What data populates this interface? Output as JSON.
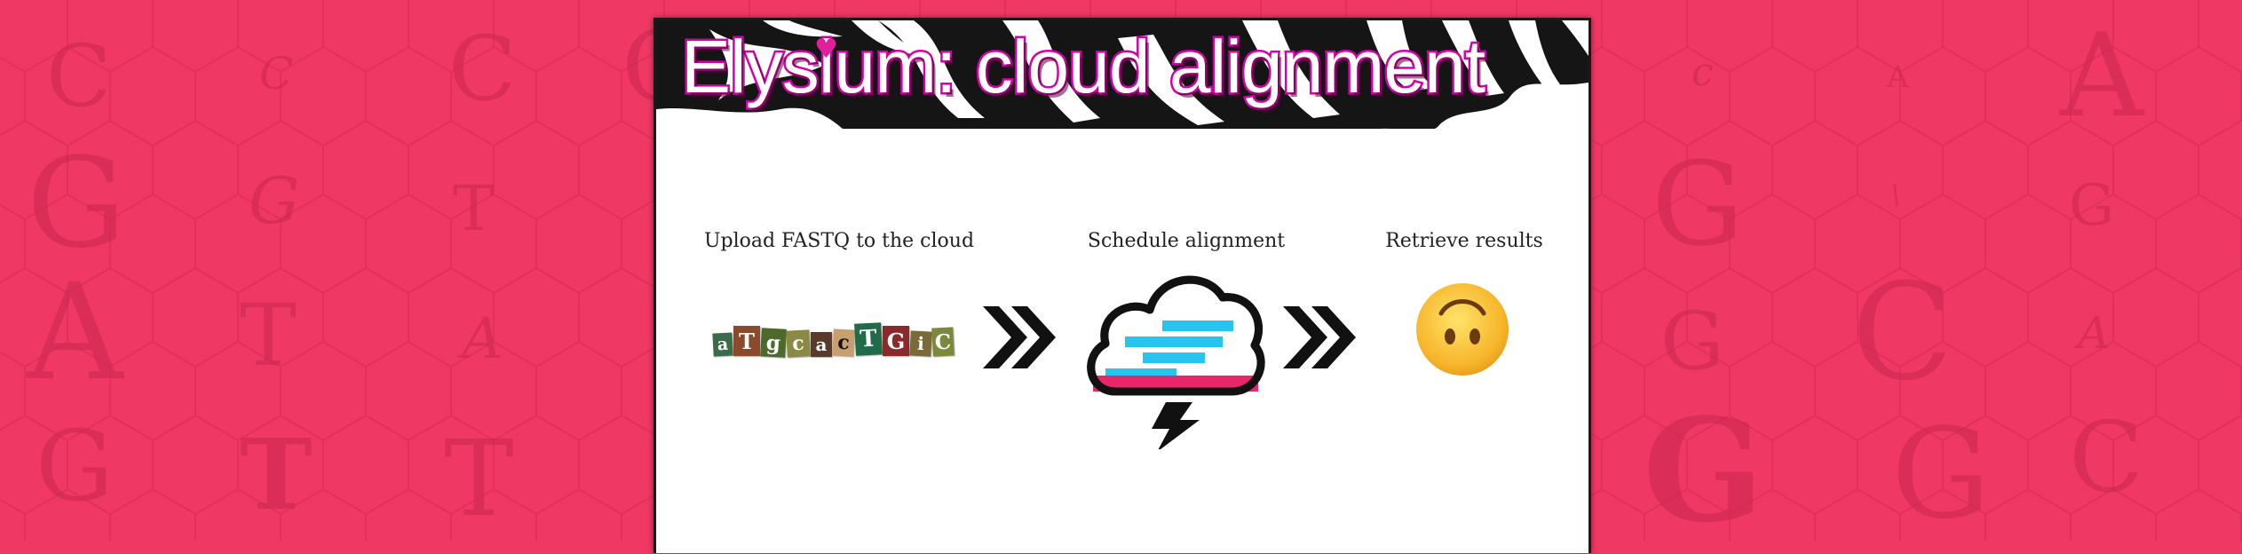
{
  "app": {
    "title": "Elysium: cloud alignment"
  },
  "steps": [
    {
      "label": "Upload FASTQ to the cloud"
    },
    {
      "label": "Schedule alignment"
    },
    {
      "label": "Retrieve results"
    }
  ],
  "dna_tiles": [
    {
      "char": "a",
      "bg": "#3c6b4a"
    },
    {
      "char": "T",
      "bg": "#8a4a2c"
    },
    {
      "char": "g",
      "bg": "#4d6a2a"
    },
    {
      "char": "c",
      "bg": "#8a8a44"
    },
    {
      "char": "a",
      "bg": "#5a3a2a"
    },
    {
      "char": "c",
      "bg": "#c8a070",
      "fg": "#111"
    },
    {
      "char": "T",
      "bg": "#1f6b4a"
    },
    {
      "char": "G",
      "bg": "#8a2a2a"
    },
    {
      "char": "i",
      "bg": "#7a6a3a"
    },
    {
      "char": "C",
      "bg": "#7a8a3a"
    }
  ],
  "background_letters": [
    {
      "c": "C",
      "size": 96
    },
    {
      "c": "C",
      "size": 50
    },
    {
      "c": "C",
      "size": 100
    },
    {
      "c": "C",
      "size": 110
    },
    {
      "c": "G",
      "size": 140
    },
    {
      "c": "G",
      "size": 72
    },
    {
      "c": "T",
      "size": 70
    },
    {
      "c": "A",
      "size": 150
    },
    {
      "c": "T",
      "size": 96
    },
    {
      "c": "A",
      "size": 64
    },
    {
      "c": "G",
      "size": 110
    },
    {
      "c": "T",
      "size": 110
    },
    {
      "c": "T",
      "size": 118
    },
    {
      "c": "c",
      "size": 44
    },
    {
      "c": "A",
      "size": 34
    },
    {
      "c": "A",
      "size": 130
    },
    {
      "c": "G",
      "size": 130
    },
    {
      "c": "\\",
      "size": 30
    },
    {
      "c": "G",
      "size": 64
    },
    {
      "c": "G",
      "size": 90
    },
    {
      "c": "C",
      "size": 150
    },
    {
      "c": "A",
      "size": 50
    },
    {
      "c": "G",
      "size": 160
    },
    {
      "c": "G",
      "size": 140
    },
    {
      "c": "C",
      "size": 110
    }
  ],
  "colors": {
    "background": "#ef3864",
    "title_stroke": "#d400a8",
    "cloud_bars": "#26c4ee",
    "cloud_base": "#e8266a",
    "chevron": "#111111"
  },
  "icons": {
    "dna": "dna-letters-icon",
    "chevron": "double-chevron-right-icon",
    "cloud": "storm-cloud-icon",
    "face": "upside-down-face-icon"
  }
}
